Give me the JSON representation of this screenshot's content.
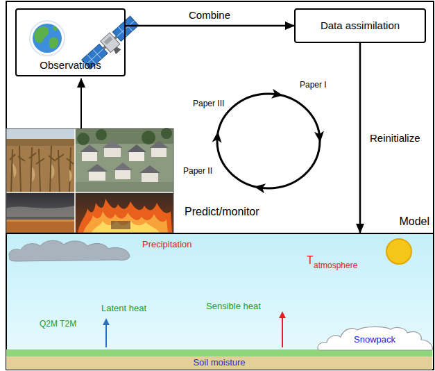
{
  "diagram": {
    "nodes": [
      {
        "text": [
          "Observations"
        ]
      },
      {
        "text": [
          "Data assimilation"
        ]
      },
      {
        "text": [
          "Model"
        ]
      },
      {
        "text": [
          "Soil moisture"
        ],
        "in": 2
      },
      {
        "text": [
          "Snowpack"
        ],
        "in": 2
      }
    ],
    "edges": [
      {
        "from": 0,
        "to": 1,
        "label": "Combine",
        "arrow": "to"
      },
      {
        "from": 1,
        "to": 2,
        "label": "Reinitialize",
        "arrow": "to"
      }
    ],
    "labels": [
      "Paper III",
      "Paper I",
      "Paper II",
      "Predict/monitor",
      "Precipitation",
      "T",
      "atmosphere",
      "Latent heat",
      "Sensible heat",
      "Q2M T2M"
    ]
  }
}
